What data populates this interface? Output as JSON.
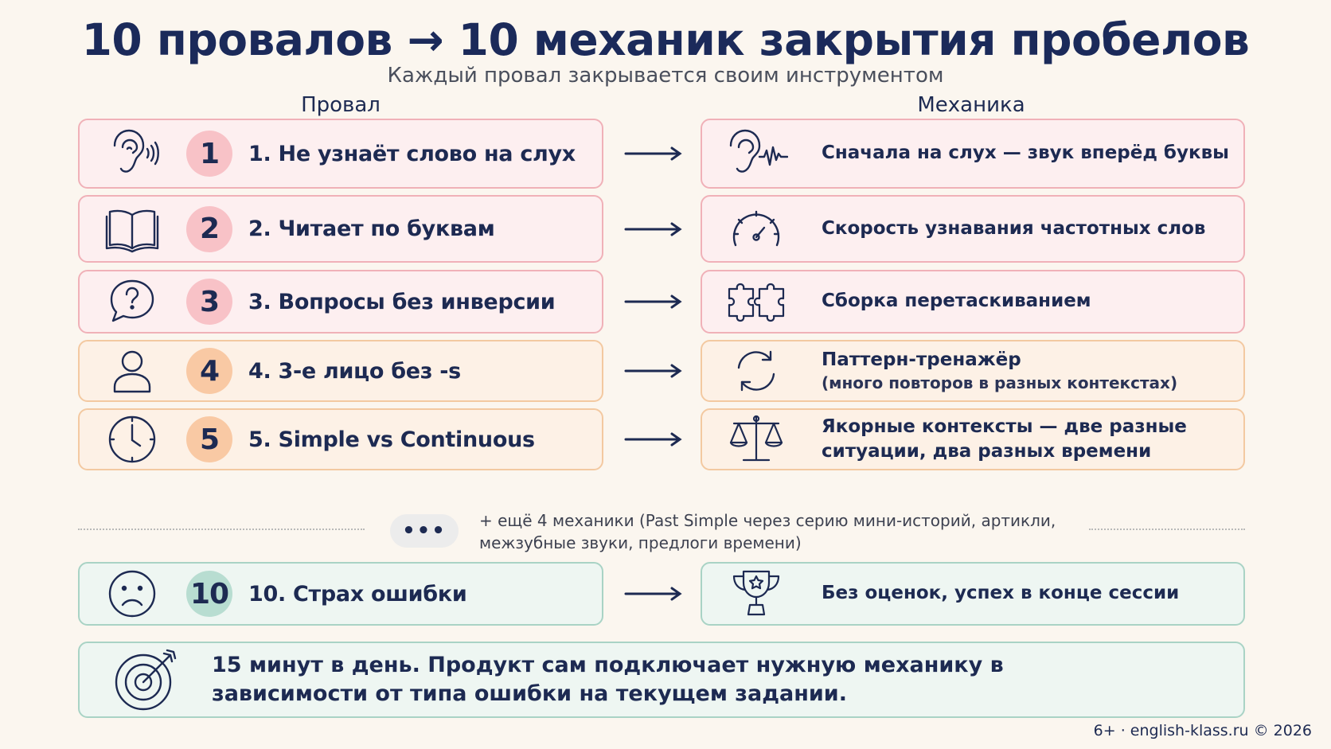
{
  "header": {
    "title": "10 провалов → 10 механик закрытия пробелов",
    "subtitle": "Каждый провал закрывается своим инструментом"
  },
  "columns": {
    "left": "Провал",
    "right": "Механика"
  },
  "rows": [
    {
      "num": "1",
      "fail": "1. Не узнаёт слово на слух",
      "fail_icon": "ear-sound-icon",
      "mech": "Сначала на слух — звук вперёд буквы",
      "mech_sub": "",
      "mech_icon": "ear-waveform-icon",
      "tone": "pink"
    },
    {
      "num": "2",
      "fail": "2. Читает по буквам",
      "fail_icon": "open-book-icon",
      "mech": "Скорость узнавания частотных слов",
      "mech_sub": "",
      "mech_icon": "speedometer-icon",
      "tone": "pink"
    },
    {
      "num": "3",
      "fail": "3. Вопросы без инверсии",
      "fail_icon": "question-bubble-icon",
      "mech": "Сборка перетаскиванием",
      "mech_sub": "",
      "mech_icon": "puzzle-icon",
      "tone": "pink"
    },
    {
      "num": "4",
      "fail": "4. 3-е лицо без -s",
      "fail_icon": "person-icon",
      "mech": "Паттерн-тренажёр",
      "mech_sub": "(много повторов в разных контекстах)",
      "mech_icon": "refresh-cycle-icon",
      "tone": "orange"
    },
    {
      "num": "5",
      "fail": "5. Simple vs Continuous",
      "fail_icon": "clock-icon",
      "mech": "Якорные контексты — две разные",
      "mech_sub": "ситуации, два разных времени",
      "mech_icon": "scales-icon",
      "tone": "orange"
    }
  ],
  "more": {
    "ellipsis": "•••",
    "text": "+ ещё 4 механики (Past Simple через серию мини-историй, артикли, межзубные звуки, предлоги времени)"
  },
  "row10": {
    "num": "10",
    "fail": "10. Страх ошибки",
    "fail_icon": "sad-face-icon",
    "mech": "Без оценок, успех в конце сессии",
    "mech_icon": "trophy-icon",
    "tone": "teal"
  },
  "summary": {
    "icon": "target-arrow-icon",
    "text": "15 минут в день. Продукт сам подключает нужную механику в зависимости от типа ошибки на текущем задании."
  },
  "footer": "6+ · english-klass.ru © 2026",
  "colors": {
    "title": "#1b2a5a",
    "pink_bg": "#fdeff0",
    "pink_border": "#f0b1b8",
    "pink_badge": "#f8c2c7",
    "orange_bg": "#fdf1e6",
    "orange_border": "#f3c9a1",
    "orange_badge": "#f9c9a4",
    "teal_bg": "#eef6f2",
    "teal_border": "#a9d3c5",
    "teal_badge": "#b8ddd1"
  }
}
